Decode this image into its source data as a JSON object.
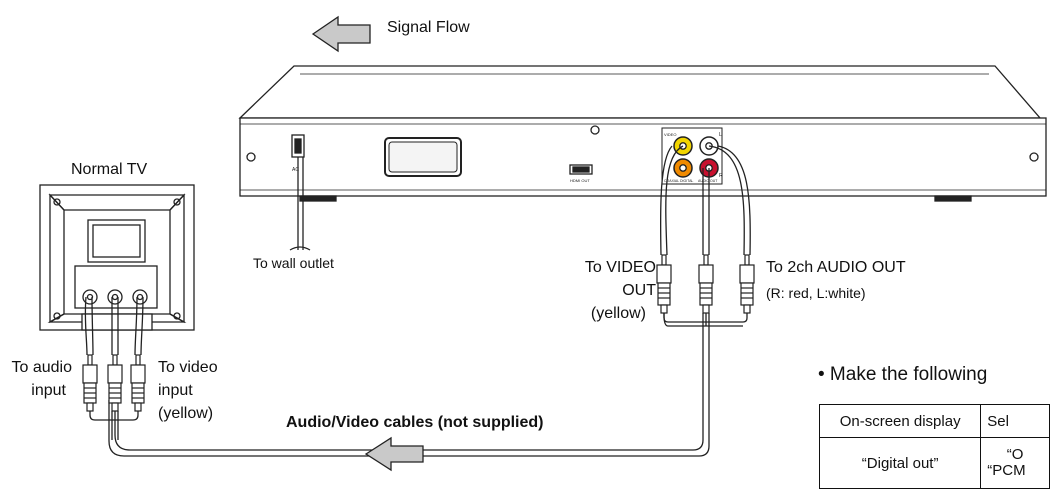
{
  "labels": {
    "signal_flow": "Signal Flow",
    "normal_tv": "Normal TV",
    "to_wall_outlet": "To wall outlet",
    "to_video_out_line1": "To VIDEO",
    "to_video_out_line2": "OUT",
    "to_video_out_line3": "(yellow)",
    "to_audio_out_line1": "To 2ch AUDIO OUT",
    "to_audio_out_line2": "(R: red, L:white)",
    "to_audio_input_line1": "To audio",
    "to_audio_input_line2": "input",
    "to_video_input_line1": "To video",
    "to_video_input_line2": "input",
    "to_video_input_line3": "(yellow)",
    "cables": "Audio/Video cables (not supplied)"
  },
  "panel_text": {
    "ac": "AC",
    "hdmi_out": "HDMI OUT",
    "video": "VIDEO",
    "digital": "COAXIAL DIGITAL",
    "audio_out": "AUDIO OUT",
    "l": "L",
    "r": "R"
  },
  "note": {
    "bullet": "• Make the following",
    "table_header_col1": "On-screen display",
    "table_header_col2": "Sel",
    "table_row1_col1": "“Digital out”",
    "table_row1_col2_line1": "“O",
    "table_row1_col2_line2": "“PCM"
  },
  "colors": {
    "video_jack": "#f2d500",
    "audio_r_jack": "#c8102e",
    "coax_jack": "#f08a00",
    "audio_l_jack": "#ffffff",
    "arrow_fill": "#c9c9c9",
    "line": "#222222"
  }
}
